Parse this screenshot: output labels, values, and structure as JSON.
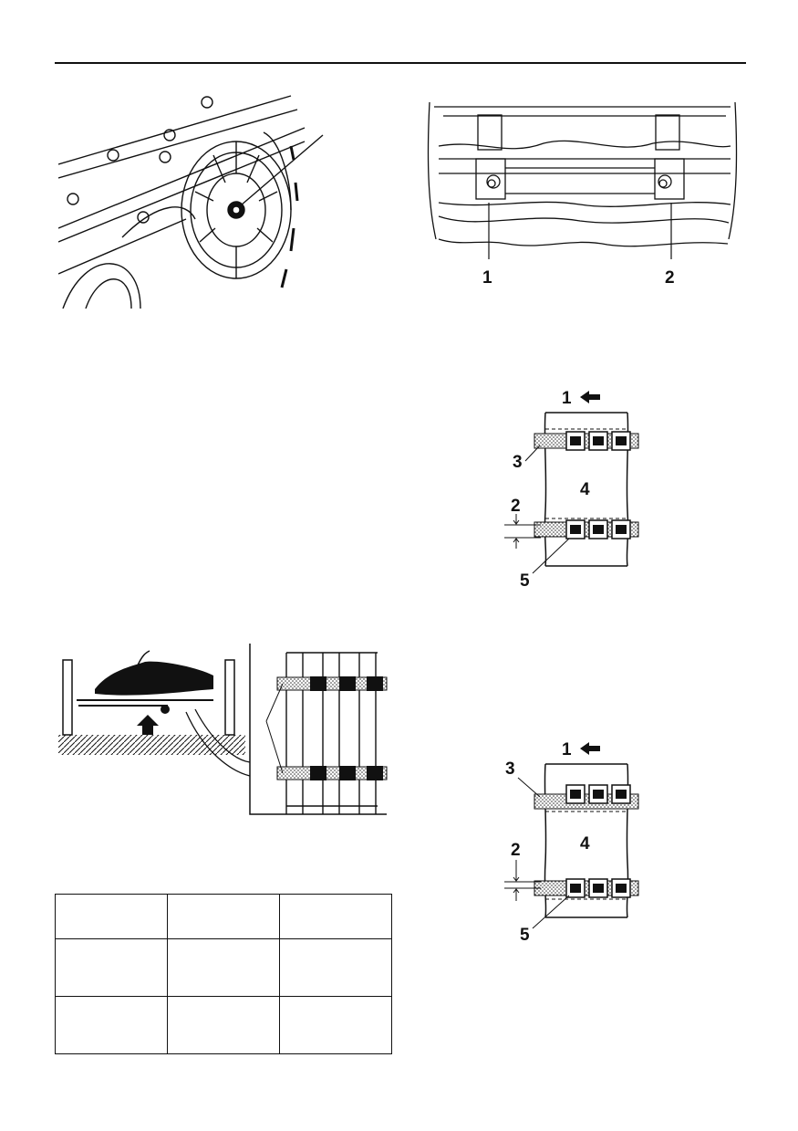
{
  "figures": {
    "track_alignment": {
      "callouts": [
        "1",
        "2"
      ]
    },
    "track_deflection_a": {
      "callouts": [
        "1",
        "2",
        "3",
        "4",
        "5"
      ]
    },
    "track_deflection_b": {
      "callouts": [
        "1",
        "2",
        "3",
        "4",
        "5"
      ]
    }
  },
  "spec_table": {
    "rows": [
      [
        "",
        "",
        ""
      ],
      [
        "",
        "",
        ""
      ],
      [
        "",
        "",
        ""
      ]
    ]
  }
}
